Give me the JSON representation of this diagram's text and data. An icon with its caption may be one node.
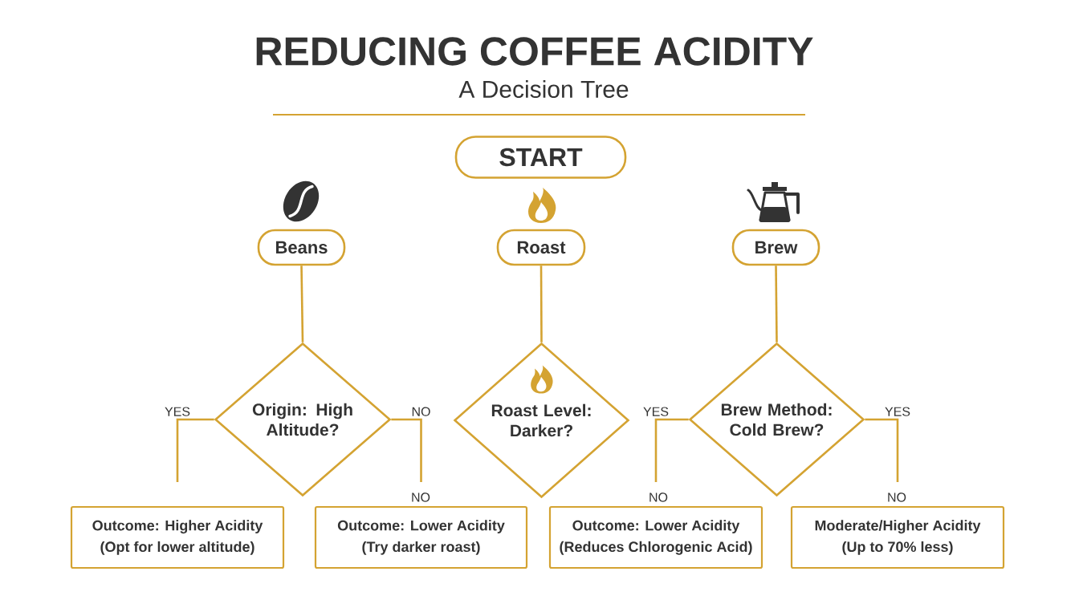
{
  "diagram": {
    "title": "REDUCING COFFEE ACIDITY",
    "nodes": [
      {
        "text": [
          "START"
        ]
      },
      {
        "text": [
          "Beans"
        ]
      },
      {
        "text": [
          "Roast"
        ]
      },
      {
        "text": [
          "Brew"
        ]
      },
      {
        "text": [
          "Origin: High Altitude?"
        ]
      },
      {
        "text": [
          "Roast Level: Darker?"
        ]
      },
      {
        "text": [
          "Brew Method: Cold Brew?"
        ]
      },
      {
        "text": [
          "Outcome: Higher Acidity",
          "(Opt for lower altitude)"
        ]
      },
      {
        "text": [
          "Outcome: Lower Acidity",
          "(Try darker roast)"
        ]
      },
      {
        "text": [
          "Outcome: Lower Acidity",
          "(Reduces Chlorogenic Acid)"
        ]
      },
      {
        "text": [
          "Moderate/Higher Acidity",
          "(Up to 70% less)"
        ]
      }
    ],
    "edges": [
      {
        "from": 1,
        "to": 4,
        "arrow": "none"
      },
      {
        "from": 2,
        "to": 5,
        "arrow": "none"
      },
      {
        "from": 3,
        "to": 6,
        "arrow": "none"
      },
      {
        "from": 4,
        "to": 7,
        "arrow": "none",
        "label": "YES"
      },
      {
        "from": 4,
        "to": 8,
        "arrow": "none",
        "label": "NO"
      },
      {
        "from": 6,
        "to": 9,
        "arrow": "none",
        "label": "YES"
      },
      {
        "from": 6,
        "to": 10,
        "arrow": "none",
        "label": "YES"
      }
    ],
    "labels": [
      "A Decision Tree",
      "NO",
      "NO",
      "NO"
    ]
  }
}
